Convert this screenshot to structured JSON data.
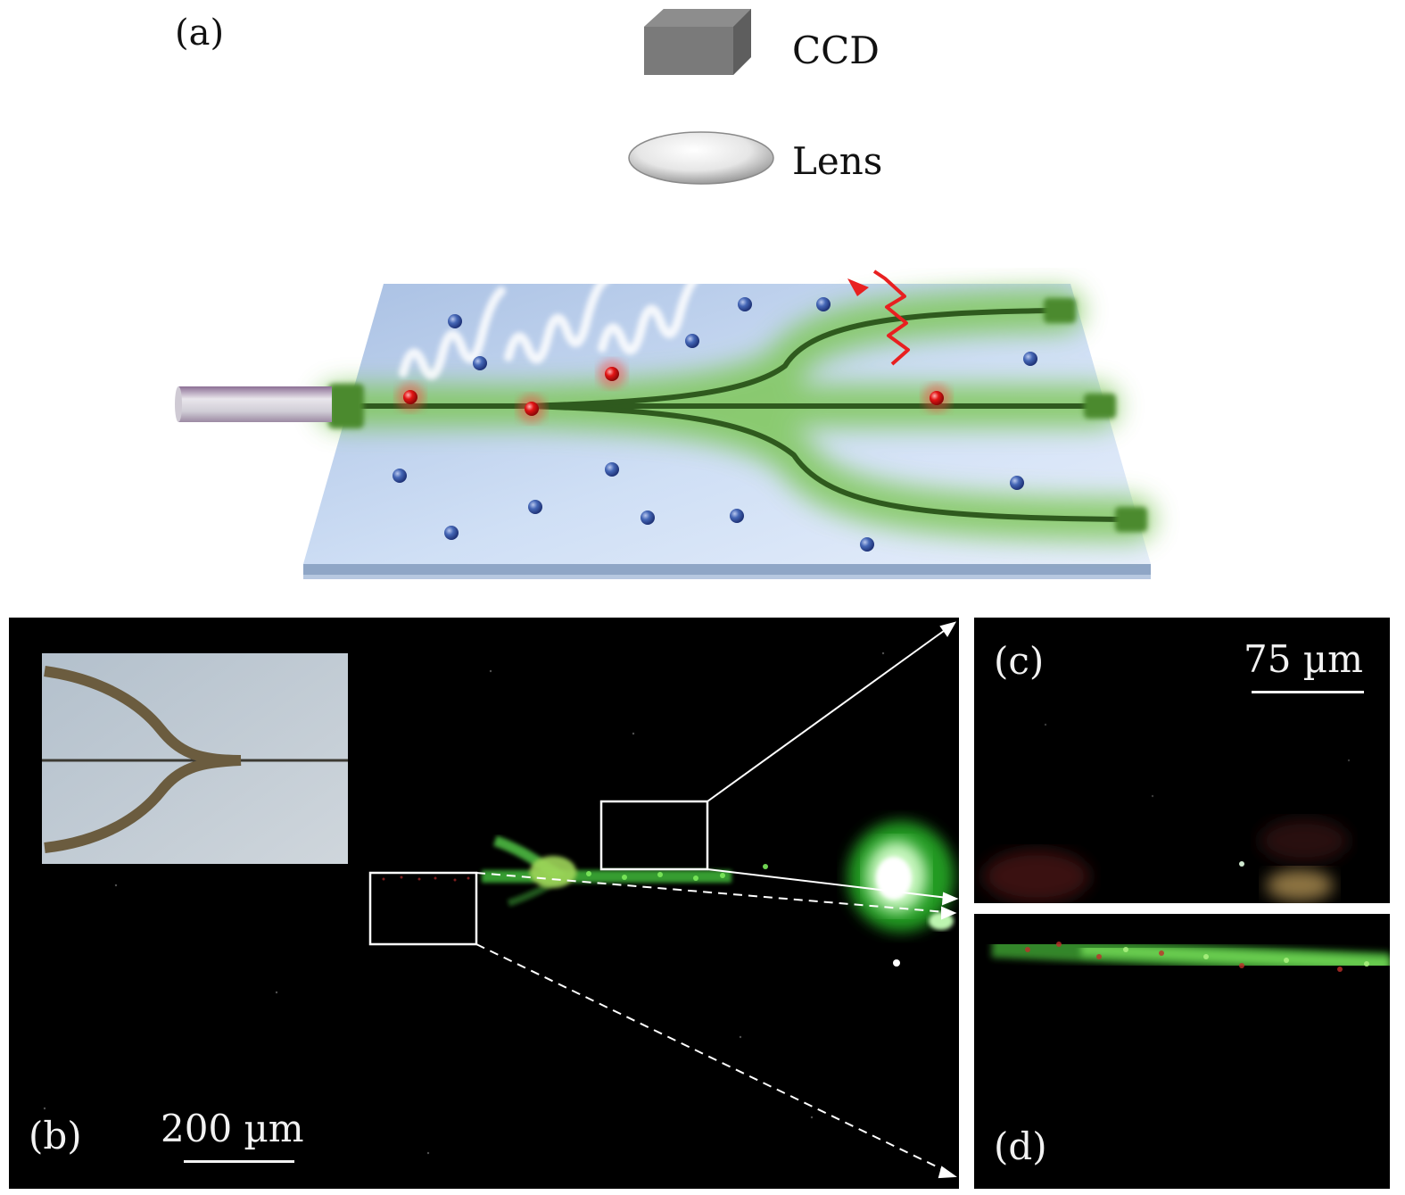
{
  "panel_a": {
    "label": "(a)",
    "ccd_label": "CCD",
    "lens_label": "Lens"
  },
  "panel_b": {
    "label": "(b)",
    "scale_bar": "200 µm"
  },
  "panel_c": {
    "label": "(c)",
    "scale_bar": "75 µm"
  },
  "panel_d": {
    "label": "(d)"
  },
  "colors": {
    "waveguide": "#2f5a1e",
    "glow": "#6fbf4a",
    "substrate": "#c7d9f2",
    "particle_blue": "#3b5aa8",
    "particle_red": "#e01515",
    "fluorescence_green": "#3fe03a",
    "emission_arrow": "#e82020",
    "panel_background": "#000000"
  }
}
